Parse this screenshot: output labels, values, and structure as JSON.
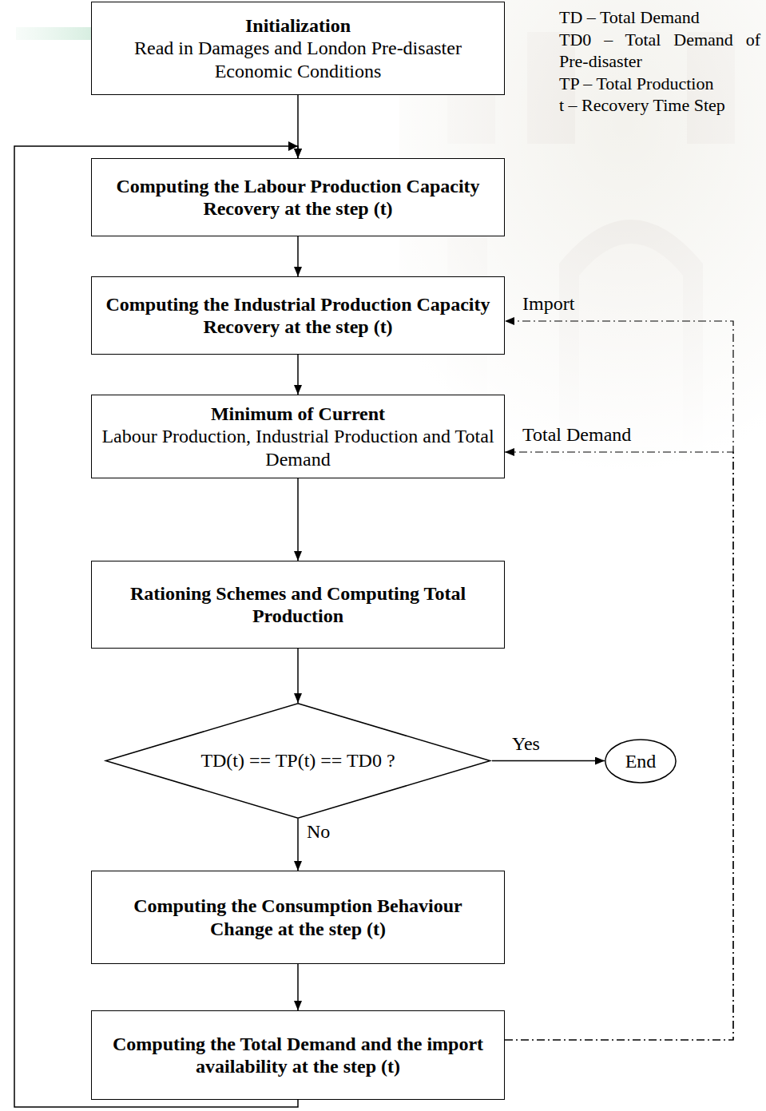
{
  "diagram": {
    "nodes": [
      {
        "text": [
          "Initialization",
          "Read in Damages and London Pre-disaster Economic Conditions"
        ]
      },
      {
        "text": [
          "Computing the Labour Production Capacity Recovery at the step (t)"
        ]
      },
      {
        "text": [
          "Computing the Industrial Production Capacity Recovery at the step (t)"
        ]
      },
      {
        "text": [
          "Minimum of Current",
          "Labour Production, Industrial Production and Total Demand"
        ]
      },
      {
        "text": [
          "Rationing Schemes and Computing Total Production"
        ]
      },
      {
        "text": [
          "TD(t) == TP(t) == TD0 ?"
        ]
      },
      {
        "text": [
          "End"
        ]
      },
      {
        "text": [
          "Computing the Consumption Behaviour Change at the step (t)"
        ]
      },
      {
        "text": [
          "Computing the Total Demand and the import availability at the step (t)"
        ]
      }
    ],
    "edges": [
      {
        "from": 0,
        "to": 1,
        "arrow": "to"
      },
      {
        "from": 1,
        "to": 2,
        "arrow": "to"
      },
      {
        "from": 2,
        "to": 3,
        "arrow": "to"
      },
      {
        "from": 3,
        "to": 4,
        "arrow": "to"
      },
      {
        "from": 4,
        "to": 5,
        "arrow": "to"
      },
      {
        "from": 5,
        "to": 6,
        "label": "Yes",
        "arrow": "to"
      },
      {
        "from": 5,
        "to": 7,
        "label": "No",
        "arrow": "to"
      },
      {
        "from": 7,
        "to": 8,
        "arrow": "to"
      },
      {
        "from": 8,
        "to": 1,
        "arrow": "to"
      },
      {
        "from": 8,
        "to": 2,
        "label": "Import",
        "arrow": "to"
      },
      {
        "from": 8,
        "to": 3,
        "label": "Total Demand",
        "arrow": "to"
      }
    ],
    "labels": [
      "TD – Total Demand",
      "TD0 – Total Demand of Pre-disaster",
      "TP – Total Production",
      "t – Recovery Time Step"
    ]
  }
}
